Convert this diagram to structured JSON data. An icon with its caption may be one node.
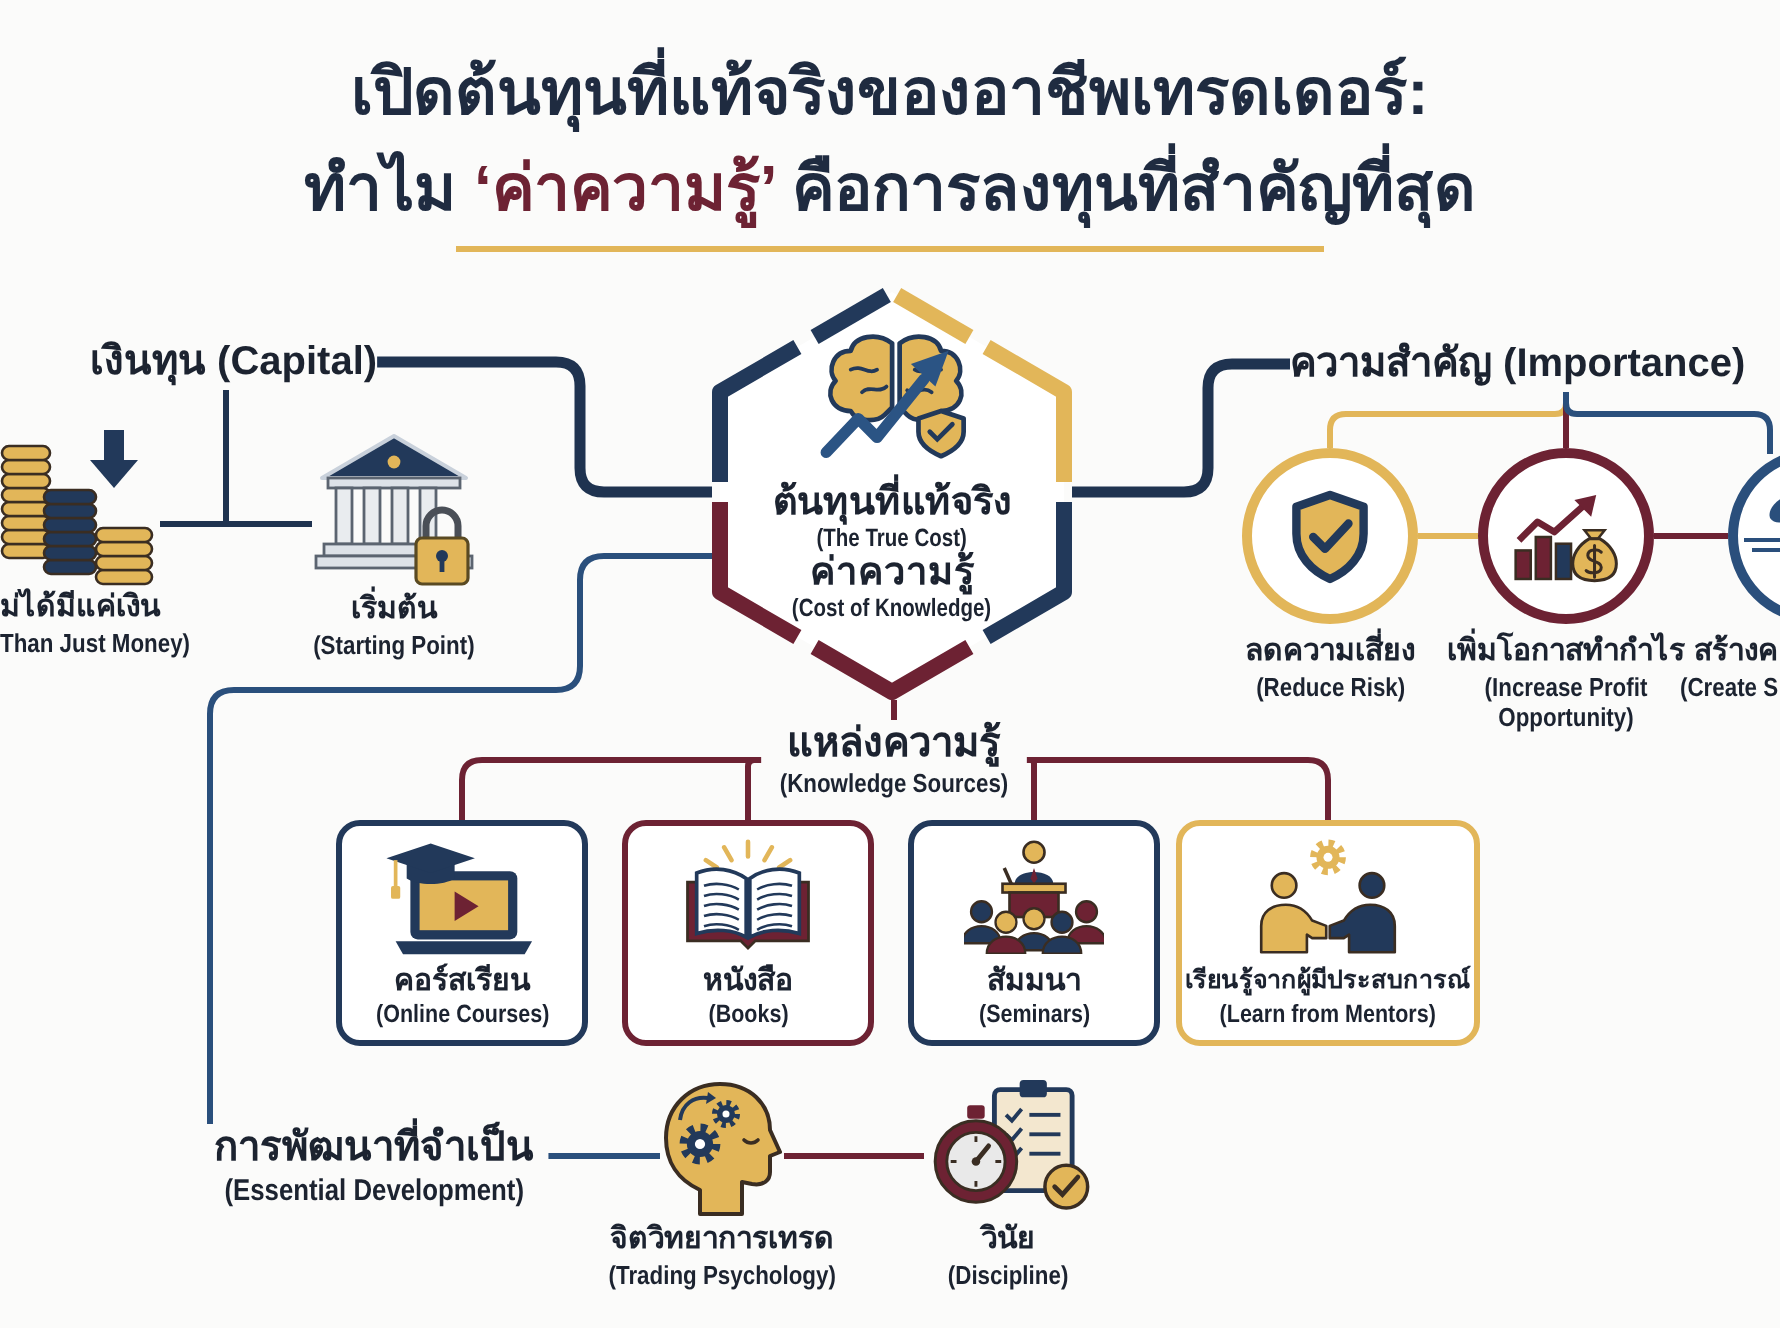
{
  "diagram": {
    "title": "เปิดต้นทุนที่แท้จริงของอาชีพเทรดเดอร์: ทำไม *‘ค่าความรู้’* คือการลงทุนที่สำคัญที่สุด",
    "nodes": [
      {
        "text": [
          "ต้นทุนที่แท้จริง",
          "(The True Cost)",
          "ค่าความรู้",
          "(Cost of Knowledge)"
        ]
      },
      {
        "text": [
          "เงินทุน (Capital)"
        ]
      },
      {
        "text": [],
        "shape": "picture",
        "beside": [
          "ม่ได้มีแค่เงิน",
          "Than Just Money)"
        ]
      },
      {
        "text": [],
        "shape": "picture",
        "beside": [
          "เริ่มต้น",
          "(Starting Point)"
        ]
      },
      {
        "text": [
          "ความสำคัญ (Importance)"
        ]
      },
      {
        "text": [],
        "shape": "circle",
        "beside": [
          "ลดความเสี่ยง",
          "(Reduce Risk)"
        ]
      },
      {
        "text": [],
        "shape": "circle",
        "beside": [
          "เพิ่มโอกาสทำกำไร",
          "(Increase Profit Opportunity)"
        ]
      },
      {
        "text": [],
        "shape": "circle",
        "beside": [
          "สร้างค",
          "(Create S"
        ]
      },
      {
        "text": [
          "แหล่งความรู้",
          "(Knowledge Sources)"
        ]
      },
      {
        "text": [
          "คอร์สเรียน",
          "(Online Courses)"
        ]
      },
      {
        "text": [
          "หนังสือ",
          "(Books)"
        ]
      },
      {
        "text": [
          "สัมมนา",
          "(Seminars)"
        ]
      },
      {
        "text": [
          "เรียนรู้จากผู้มีประสบการณ์",
          "(Learn from Mentors)"
        ]
      },
      {
        "text": [
          "การพัฒนาที่จำเป็น",
          "(Essential Development)"
        ]
      },
      {
        "text": [],
        "shape": "picture",
        "beside": [
          "จิตวิทยาการเทรด",
          "(Trading Psychology)"
        ]
      },
      {
        "text": [],
        "shape": "picture",
        "beside": [
          "วินัย",
          "(Discipline)"
        ]
      }
    ],
    "edges": [
      {
        "from": 1,
        "to": 0,
        "arrow": "none",
        "style": "thick",
        "color": "#1f3350"
      },
      {
        "from": 1,
        "to": 2,
        "arrow": "none",
        "color": "#1f3350"
      },
      {
        "from": 1,
        "to": 3,
        "arrow": "none",
        "color": "#1f3350"
      },
      {
        "from": 0,
        "to": 4,
        "arrow": "none",
        "style": "thick",
        "color": "#1f3350"
      },
      {
        "from": 4,
        "to": 5,
        "arrow": "none",
        "color": "#e2b659"
      },
      {
        "from": 4,
        "to": 6,
        "arrow": "none"
      },
      {
        "from": 4,
        "to": 7,
        "arrow": "none",
        "color": "#2a4f7c"
      },
      {
        "from": 5,
        "to": 6,
        "arrow": "none",
        "color": "#e2b659"
      },
      {
        "from": 6,
        "to": 7,
        "arrow": "none"
      },
      {
        "from": 0,
        "to": 8,
        "arrow": "none"
      },
      {
        "from": 8,
        "to": 9,
        "arrow": "none"
      },
      {
        "from": 8,
        "to": 10,
        "arrow": "none"
      },
      {
        "from": 8,
        "to": 11,
        "arrow": "none"
      },
      {
        "from": 8,
        "to": 12,
        "arrow": "none"
      },
      {
        "from": 0,
        "to": 13,
        "arrow": "none",
        "color": "#2a4f7c"
      },
      {
        "from": 13,
        "to": 14,
        "arrow": "none",
        "color": "#2a4f7c"
      },
      {
        "from": 14,
        "to": 15,
        "arrow": "none"
      }
    ]
  }
}
